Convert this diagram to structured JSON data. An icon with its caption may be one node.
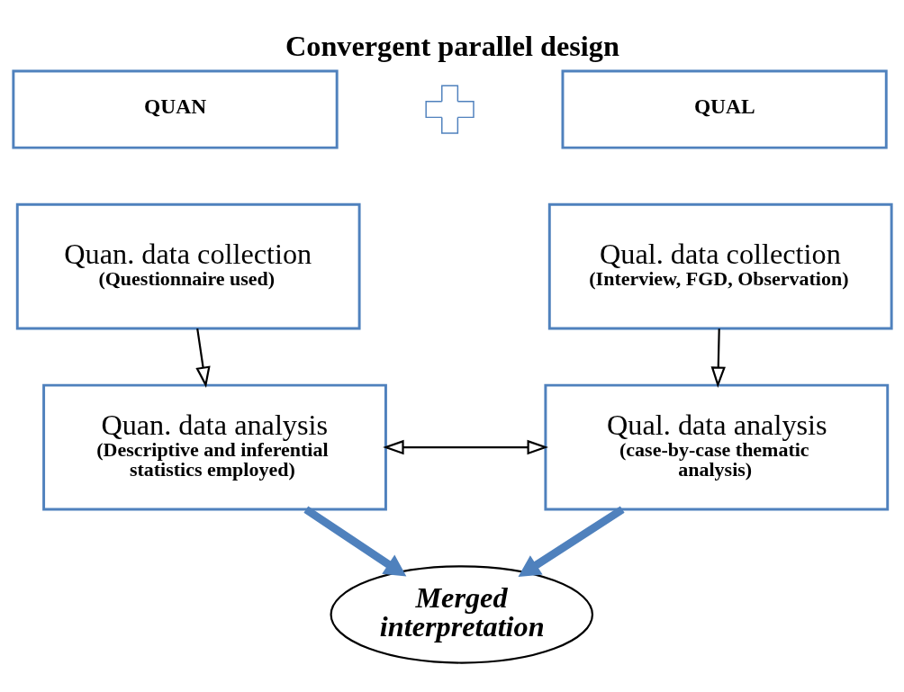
{
  "diagram": {
    "title": "Convergent parallel design",
    "nodes": [
      {
        "text": [
          "QUAN"
        ]
      },
      {
        "text": [],
        "shape": "cross"
      },
      {
        "text": [
          "QUAL"
        ]
      },
      {
        "text": [
          "Quan. data collection",
          "(Questionnaire used)"
        ]
      },
      {
        "text": [
          "Qual. data collection",
          "(Interview, FGD, Observation)"
        ]
      },
      {
        "text": [
          "Quan. data analysis",
          "(Descriptive and inferential statistics employed)"
        ]
      },
      {
        "text": [
          "Qual. data analysis",
          "(case-by-case thematic analysis)"
        ]
      },
      {
        "text": [
          "Merged interpretation"
        ]
      }
    ],
    "edges": [
      {
        "from": 3,
        "to": 5,
        "arrow": "to"
      },
      {
        "from": 4,
        "to": 6,
        "arrow": "to"
      },
      {
        "from": 5,
        "to": 6,
        "arrow": "both"
      },
      {
        "from": 5,
        "to": 7,
        "arrow": "to",
        "style": "thick",
        "color": "#4f81bd"
      },
      {
        "from": 6,
        "to": 7,
        "arrow": "to",
        "style": "thick",
        "color": "#4f81bd"
      }
    ]
  }
}
